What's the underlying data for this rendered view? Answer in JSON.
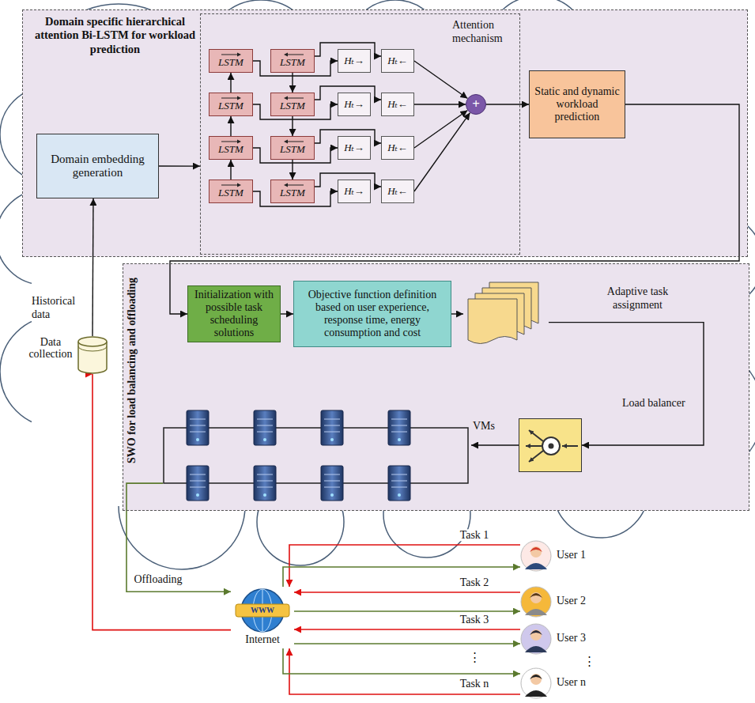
{
  "diagram": {
    "nodes": [
      {
        "text": [
          "Domain specific hierarchical attention Bi-LSTM for workload prediction"
        ]
      },
      {
        "text": [
          "Domain embedding generation"
        ],
        "in": 0
      },
      {
        "text": [
          "Attention mechanism"
        ],
        "in": 0
      },
      {
        "text": [
          "LSTM"
        ],
        "in": 2
      },
      {
        "text": [
          "LSTM"
        ],
        "in": 2
      },
      {
        "text": [
          "LSTM"
        ],
        "in": 2
      },
      {
        "text": [
          "LSTM"
        ],
        "in": 2
      },
      {
        "text": [
          "LSTM"
        ],
        "in": 2
      },
      {
        "text": [
          "LSTM"
        ],
        "in": 2
      },
      {
        "text": [
          "LSTM"
        ],
        "in": 2
      },
      {
        "text": [
          "LSTM"
        ],
        "in": 2
      },
      {
        "text": [
          "Hₜ→"
        ],
        "in": 2
      },
      {
        "text": [
          "Hₜ→"
        ],
        "in": 2
      },
      {
        "text": [
          "Hₜ→"
        ],
        "in": 2
      },
      {
        "text": [
          "Hₜ→"
        ],
        "in": 2
      },
      {
        "text": [
          "Hₜ←"
        ],
        "in": 2
      },
      {
        "text": [
          "Hₜ←"
        ],
        "in": 2
      },
      {
        "text": [
          "Hₜ←"
        ],
        "in": 2
      },
      {
        "text": [
          "Hₜ←"
        ],
        "in": 2
      },
      {
        "text": [
          "+"
        ],
        "in": 2
      },
      {
        "text": [
          "Static and dynamic workload prediction"
        ],
        "in": 0
      },
      {
        "text": [
          "SWO for load balancing and offloading"
        ]
      },
      {
        "text": [
          "Initialization with possible task scheduling solutions"
        ],
        "in": 21
      },
      {
        "text": [
          "Objective function definition based on user experience, response time, energy consumption and cost"
        ],
        "in": 21
      },
      {
        "text": [
          "Adaptive task assignment"
        ],
        "in": 21
      },
      {
        "text": [
          "Load balancer"
        ],
        "in": 21
      },
      {
        "text": [
          "VMs"
        ],
        "in": 21
      },
      {
        "text": [
          "Historical data"
        ]
      },
      {
        "text": [
          "Internet"
        ]
      },
      {
        "text": [
          "User 1"
        ]
      },
      {
        "text": [
          "User 2"
        ]
      },
      {
        "text": [
          "User 3"
        ]
      },
      {
        "text": [
          "User n"
        ]
      }
    ],
    "edges": [
      {
        "from": 27,
        "to": 1,
        "arrow": "to"
      },
      {
        "from": 1,
        "to": 2,
        "arrow": "to"
      },
      {
        "from": 6,
        "to": 5,
        "arrow": "to"
      },
      {
        "from": 5,
        "to": 4,
        "arrow": "to"
      },
      {
        "from": 4,
        "to": 3,
        "arrow": "to"
      },
      {
        "from": 7,
        "to": 8,
        "arrow": "to"
      },
      {
        "from": 8,
        "to": 9,
        "arrow": "to"
      },
      {
        "from": 9,
        "to": 10,
        "arrow": "to"
      },
      {
        "from": 3,
        "to": 11,
        "arrow": "to"
      },
      {
        "from": 4,
        "to": 12,
        "arrow": "to"
      },
      {
        "from": 5,
        "to": 13,
        "arrow": "to"
      },
      {
        "from": 6,
        "to": 14,
        "arrow": "to"
      },
      {
        "from": 7,
        "to": 15,
        "arrow": "to"
      },
      {
        "from": 8,
        "to": 16,
        "arrow": "to"
      },
      {
        "from": 9,
        "to": 17,
        "arrow": "to"
      },
      {
        "from": 10,
        "to": 18,
        "arrow": "to"
      },
      {
        "from": 15,
        "to": 19,
        "arrow": "to"
      },
      {
        "from": 16,
        "to": 19,
        "arrow": "to"
      },
      {
        "from": 17,
        "to": 19,
        "arrow": "to"
      },
      {
        "from": 18,
        "to": 19,
        "arrow": "to"
      },
      {
        "from": 19,
        "to": 20,
        "arrow": "to"
      },
      {
        "from": 20,
        "to": 22,
        "arrow": "to"
      },
      {
        "from": 22,
        "to": 23,
        "arrow": "to"
      },
      {
        "from": 23,
        "to": 24,
        "arrow": "to"
      },
      {
        "from": 24,
        "to": 25,
        "arrow": "to"
      },
      {
        "from": 25,
        "to": 26,
        "arrow": "to"
      },
      {
        "from": 26,
        "to": 28,
        "label": "Offloading",
        "arrow": "to"
      },
      {
        "from": 28,
        "to": 27,
        "label": "Data collection",
        "arrow": "to"
      },
      {
        "from": 29,
        "to": 28,
        "label": "Task 1",
        "arrow": "to"
      },
      {
        "from": 30,
        "to": 28,
        "label": "Task 2",
        "arrow": "to"
      },
      {
        "from": 31,
        "to": 28,
        "label": "Task 3",
        "arrow": "to"
      },
      {
        "from": 32,
        "to": 28,
        "label": "Task n",
        "arrow": "to"
      },
      {
        "from": 28,
        "to": 29,
        "arrow": "to"
      },
      {
        "from": 28,
        "to": 30,
        "arrow": "to"
      },
      {
        "from": 28,
        "to": 31,
        "arrow": "to"
      },
      {
        "from": 28,
        "to": 32,
        "arrow": "to"
      }
    ],
    "labels": [
      "WWW",
      "⋮",
      "⋮"
    ]
  }
}
